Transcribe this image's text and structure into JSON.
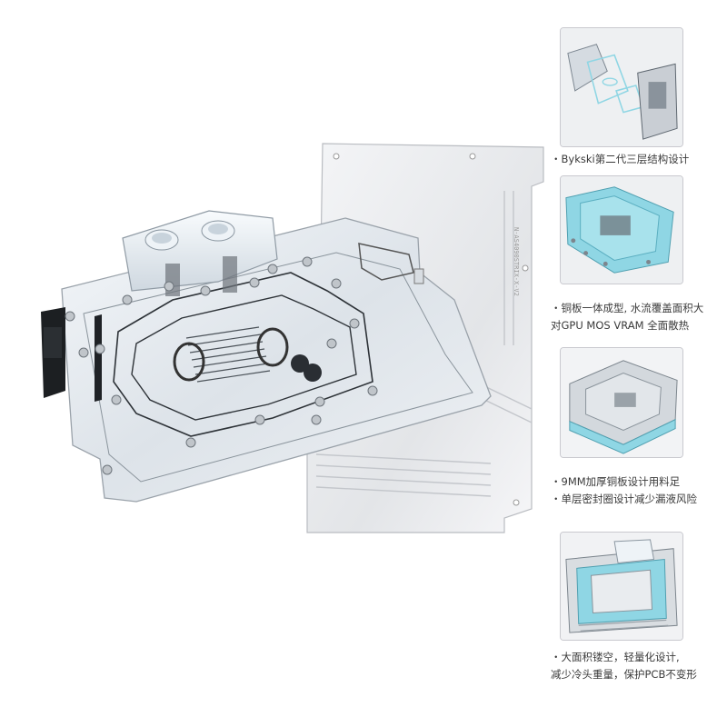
{
  "features": [
    {
      "lines": [
        "・Bykski第二代三层结构设计"
      ],
      "thumb_icon": "layered-structure-diagram"
    },
    {
      "lines": [
        "・铜板一体成型, 水流覆盖面积大",
        "对GPU MOS VRAM 全面散热"
      ],
      "thumb_icon": "copper-plate-water-channel"
    },
    {
      "lines": [
        "・9MM加厚铜板设计用料足",
        "・单层密封圈设计减少漏液风险"
      ],
      "thumb_icon": "thick-copper-plate"
    },
    {
      "lines": [
        "・大面积镂空，轻量化设计,",
        "减少冷头重量，保护PCB不变形"
      ],
      "thumb_icon": "hollow-lightweight-frame"
    }
  ],
  "colors": {
    "accent_blue": "#8fd6e4",
    "metal": "#c9cdd2",
    "acrylic": "#dfe6ec",
    "border": "#c9c9cf"
  }
}
